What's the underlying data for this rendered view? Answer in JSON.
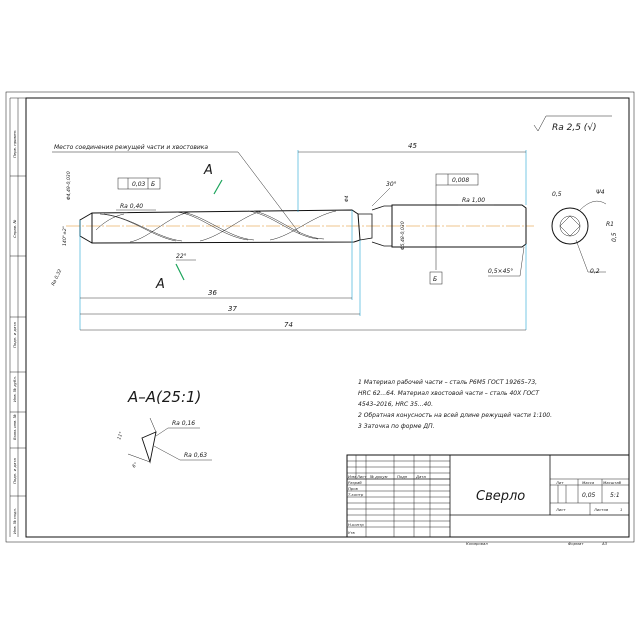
{
  "side_stamp": [
    "Перв. примен.",
    "Справ. №",
    "Подп. и дата",
    "Инв. № дубл.",
    "Взам. инв. №",
    "Подп. и дата",
    "Инв. № подл."
  ],
  "roughness_corner": "Ra 2,5 (√)",
  "callout_joint": "Место соединения режущей части и хвостовика",
  "dims": {
    "d45": "45",
    "d36": "36",
    "d37": "37",
    "d74": "74",
    "d30deg": "30°",
    "d22deg": "22°",
    "dphi4": "Φ4",
    "dphi449": "Φ4,49-0,030",
    "dphi548": "Φ5,48-0,030",
    "d140": "140°±2°",
    "chamfer": "0,5×45°",
    "r05": "0,5",
    "r1": "R1",
    "r02": "0,2",
    "r05b": "0,5",
    "psi": "Ψ4"
  },
  "tol": {
    "runout": "0,03",
    "base": "Б",
    "flat": "0,008",
    "baseB": "Б",
    "ra040": "Ra 0,40",
    "ra100": "Ra 1,00",
    "ra032": "Ra 0,32",
    "ra016": "Ra 0,16",
    "ra063": "Ra 0,63"
  },
  "section_letter": "A",
  "section_title": "А–А(25:1)",
  "section_angle1": "11°",
  "section_angle2": "6°",
  "notes": [
    "1 Материал рабочей части – сталь Р6М5 ГОСТ 19265–73,",
    "HRC 62...64. Материал хвостовой части – сталь 40Х ГОСТ",
    "4543–2016, HRC 35...40.",
    "2 Обратная конусность на всей длине режущей части 1:100.",
    "3 Заточка по форме ДП."
  ],
  "title_block": {
    "name": "Сверло",
    "lit_header": "Лит",
    "mass_header": "Масса",
    "scale_header": "Масштаб",
    "mass": "0,05",
    "scale": "5:1",
    "sheet": "Лист",
    "sheets": "Листов",
    "sheets_val": "1",
    "col_izm": "Изм",
    "col_list": "Лист",
    "col_doc": "№ докум",
    "col_sign": "Подп",
    "col_date": "Дата",
    "r_razrab": "Разраб",
    "r_prov": "Пров",
    "r_tkontr": "Т.контр",
    "r_nkontr": "Н.контр",
    "r_utv": "Утв",
    "copied": "Копировал",
    "format": "Формат",
    "format_val": "А3"
  }
}
